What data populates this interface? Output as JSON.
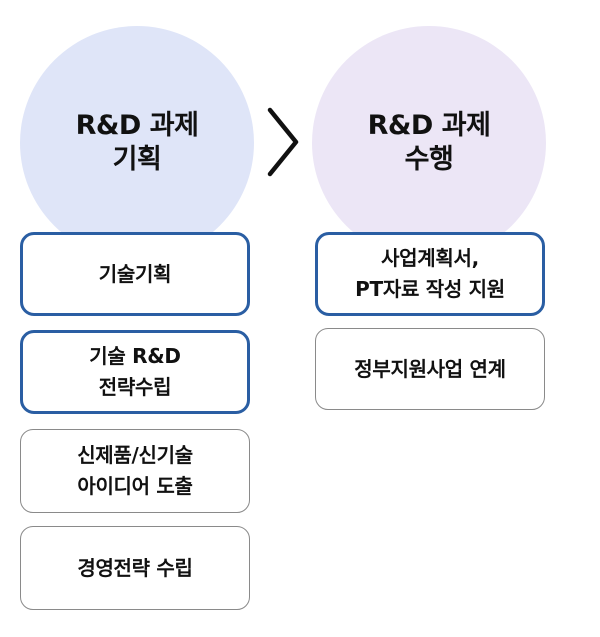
{
  "stages": [
    {
      "title": "R&D 과제\n기획",
      "color": "#dfe5f8",
      "items": [
        {
          "label": "기술기획",
          "style": "active"
        },
        {
          "label": "기술 R&D\n전략수립",
          "style": "active"
        },
        {
          "label": "신제품/신기술\n아이디어 도출",
          "style": "plain"
        },
        {
          "label": "경영전략 수립",
          "style": "plain"
        }
      ]
    },
    {
      "title": "R&D 과제\n수행",
      "color": "#ece6f6",
      "items": [
        {
          "label": "사업계획서,\nPT자료 작성 지원",
          "style": "active"
        },
        {
          "label": "정부지원사업 연계",
          "style": "plain"
        }
      ]
    }
  ],
  "arrow_icon": "chevron-right-icon",
  "active_border_color": "#2a5ea3",
  "plain_border_color": "#8a8a8a"
}
